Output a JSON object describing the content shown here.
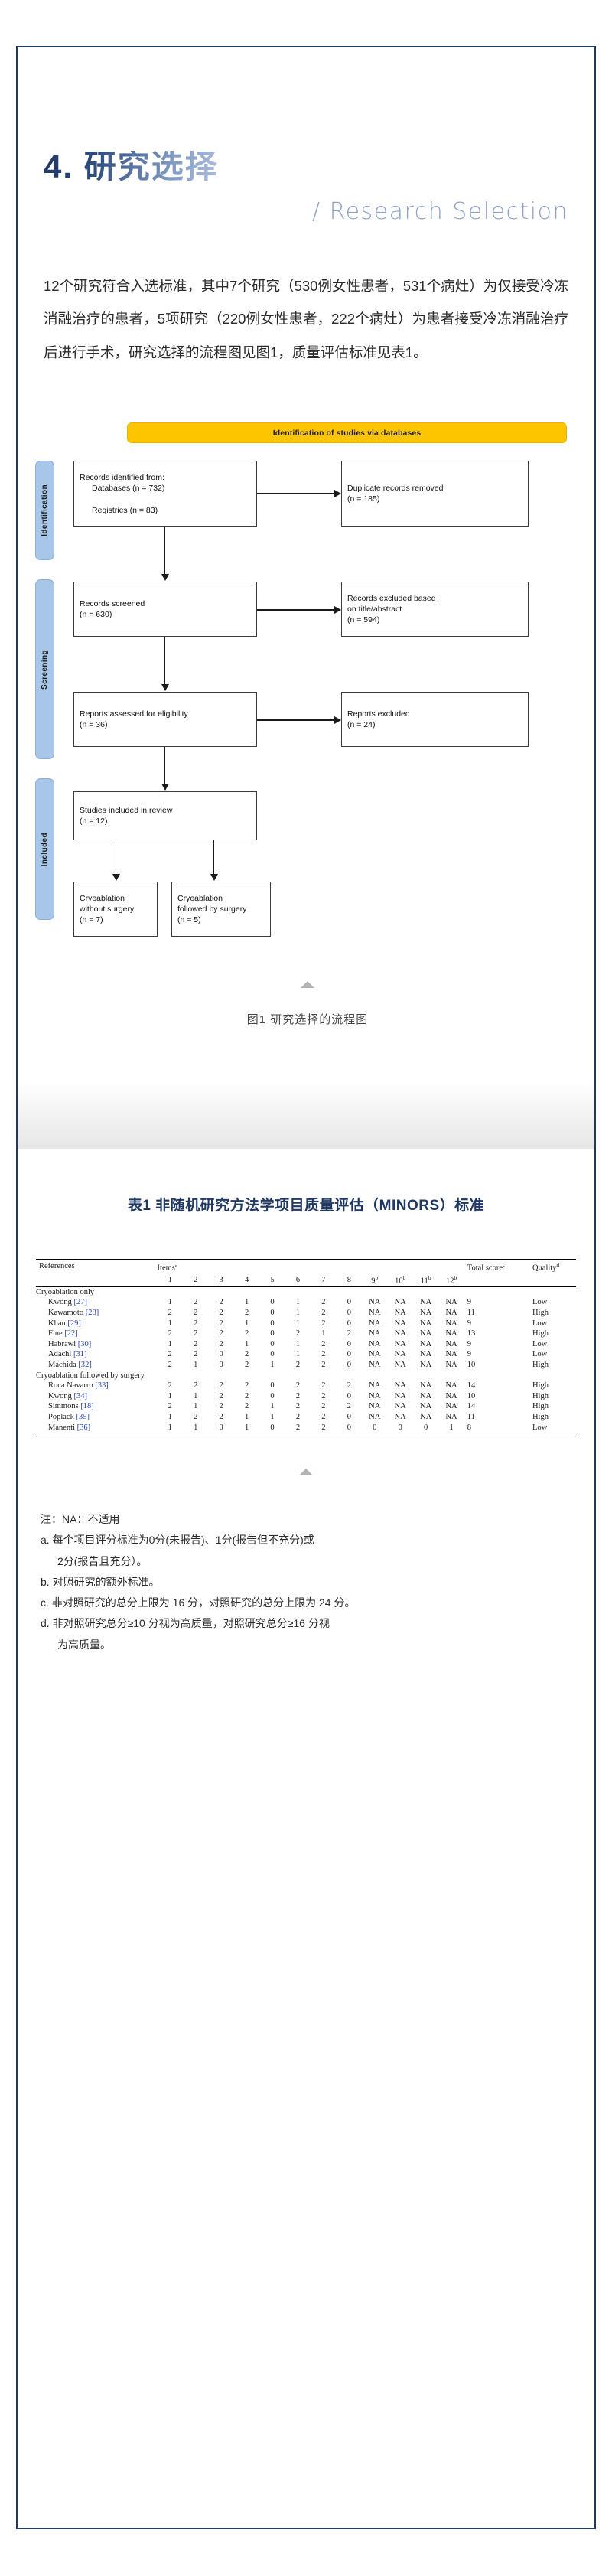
{
  "heading": {
    "cn": "4. 研究选择",
    "en": "/ Research Selection"
  },
  "body_paragraph": "12个研究符合入选标准，其中7个研究（530例女性患者，531个病灶）为仅接受冷冻消融治疗的患者，5项研究（220例女性患者，222个病灶）为患者接受冷冻消融治疗后进行手术，研究选择的流程图见图1，质量评估标准见表1。",
  "flow_diagram": {
    "banner": "Identification of studies via databases",
    "stages": [
      {
        "label": "Identification"
      },
      {
        "label": "Screening"
      },
      {
        "label": "Included"
      }
    ],
    "boxes": {
      "identified": {
        "line1": "Records identified from:",
        "line2": "Databases (n = 732)",
        "line3": "Registries (n = 83)"
      },
      "duplicates": "Duplicate records removed\n(n = 185)",
      "screened": "Records screened\n(n = 630)",
      "excluded_title": "Records excluded based\non title/abstract\n(n = 594)",
      "assessed": "Reports assessed for eligibility\n(n = 36)",
      "reports_excluded": "Reports excluded\n(n = 24)",
      "included": "Studies included in review\n(n = 12)",
      "cryo_only": "Cryoablation\nwithout surgery\n(n = 7)",
      "cryo_surgery": "Cryoablation\nfollowed by surgery\n(n = 5)"
    },
    "caption": "图1 研究选择的流程图"
  },
  "table": {
    "title": "表1 非随机研究方法学项目质量评估（MINORS）标准",
    "headers": {
      "references": "References",
      "items": "Items",
      "items_sup": "a",
      "total_score": "Total score",
      "total_sup": "c",
      "quality": "Quality",
      "quality_sup": "d"
    },
    "item_columns": [
      "1",
      "2",
      "3",
      "4",
      "5",
      "6",
      "7",
      "8",
      "9",
      "10",
      "11",
      "12"
    ],
    "item_sups": [
      "",
      "",
      "",
      "",
      "",
      "",
      "",
      "",
      "b",
      "b",
      "b",
      "b"
    ],
    "groups": [
      {
        "label": "Cryoablation only",
        "rows": [
          {
            "name": "Kwong",
            "cite": "[27]",
            "items": [
              "1",
              "2",
              "2",
              "1",
              "0",
              "1",
              "2",
              "0",
              "NA",
              "NA",
              "NA",
              "NA"
            ],
            "total": "9",
            "quality": "Low"
          },
          {
            "name": "Kawamoto",
            "cite": "[28]",
            "items": [
              "2",
              "2",
              "2",
              "2",
              "0",
              "1",
              "2",
              "0",
              "NA",
              "NA",
              "NA",
              "NA"
            ],
            "total": "11",
            "quality": "High"
          },
          {
            "name": "Khan",
            "cite": "[29]",
            "items": [
              "1",
              "2",
              "2",
              "1",
              "0",
              "1",
              "2",
              "0",
              "NA",
              "NA",
              "NA",
              "NA"
            ],
            "total": "9",
            "quality": "Low"
          },
          {
            "name": "Fine",
            "cite": "[22]",
            "items": [
              "2",
              "2",
              "2",
              "2",
              "0",
              "2",
              "1",
              "2",
              "NA",
              "NA",
              "NA",
              "NA"
            ],
            "total": "13",
            "quality": "High"
          },
          {
            "name": "Habrawi",
            "cite": "[30]",
            "items": [
              "1",
              "2",
              "2",
              "1",
              "0",
              "1",
              "2",
              "0",
              "NA",
              "NA",
              "NA",
              "NA"
            ],
            "total": "9",
            "quality": "Low"
          },
          {
            "name": "Adachi",
            "cite": "[31]",
            "items": [
              "2",
              "2",
              "0",
              "2",
              "0",
              "1",
              "2",
              "0",
              "NA",
              "NA",
              "NA",
              "NA"
            ],
            "total": "9",
            "quality": "Low"
          },
          {
            "name": "Machida",
            "cite": "[32]",
            "items": [
              "2",
              "1",
              "0",
              "2",
              "1",
              "2",
              "2",
              "0",
              "NA",
              "NA",
              "NA",
              "NA"
            ],
            "total": "10",
            "quality": "High"
          }
        ]
      },
      {
        "label": "Cryoablation followed by surgery",
        "rows": [
          {
            "name": "Roca Navarro",
            "cite": "[33]",
            "items": [
              "2",
              "2",
              "2",
              "2",
              "0",
              "2",
              "2",
              "2",
              "NA",
              "NA",
              "NA",
              "NA"
            ],
            "total": "14",
            "quality": "High"
          },
          {
            "name": "Kwong",
            "cite": "[34]",
            "items": [
              "1",
              "1",
              "2",
              "2",
              "0",
              "2",
              "2",
              "0",
              "NA",
              "NA",
              "NA",
              "NA"
            ],
            "total": "10",
            "quality": "High"
          },
          {
            "name": "Simmons",
            "cite": "[18]",
            "items": [
              "2",
              "1",
              "2",
              "2",
              "1",
              "2",
              "2",
              "2",
              "NA",
              "NA",
              "NA",
              "NA"
            ],
            "total": "14",
            "quality": "High"
          },
          {
            "name": "Poplack",
            "cite": "[35]",
            "items": [
              "1",
              "2",
              "2",
              "1",
              "1",
              "2",
              "2",
              "0",
              "NA",
              "NA",
              "NA",
              "NA"
            ],
            "total": "11",
            "quality": "High"
          },
          {
            "name": "Manenti",
            "cite": "[36]",
            "items": [
              "1",
              "1",
              "0",
              "1",
              "0",
              "2",
              "2",
              "0",
              "0",
              "0",
              "0",
              "1"
            ],
            "total": "8",
            "quality": "Low"
          }
        ]
      }
    ]
  },
  "notes": [
    {
      "text": "注：NA：不适用",
      "cont": ""
    },
    {
      "text": "a. 每个项目评分标准为0分(未报告)、1分(报告但不充分)或",
      "cont": "2分(报告且充分）。"
    },
    {
      "text": "b. 对照研究的额外标准。",
      "cont": ""
    },
    {
      "text": "c. 非对照研究的总分上限为 16 分，对照研究的总分上限为 24 分。",
      "cont": ""
    },
    {
      "text": "d. 非对照研究总分≥10 分视为高质量，对照研究总分≥16 分视",
      "cont": "为高质量。"
    }
  ],
  "colors": {
    "frame": "#1f3864",
    "banner": "#fdc500",
    "stage": "#a8c6e8",
    "heading_dark": "#1f3864",
    "heading_light": "#aebede"
  }
}
